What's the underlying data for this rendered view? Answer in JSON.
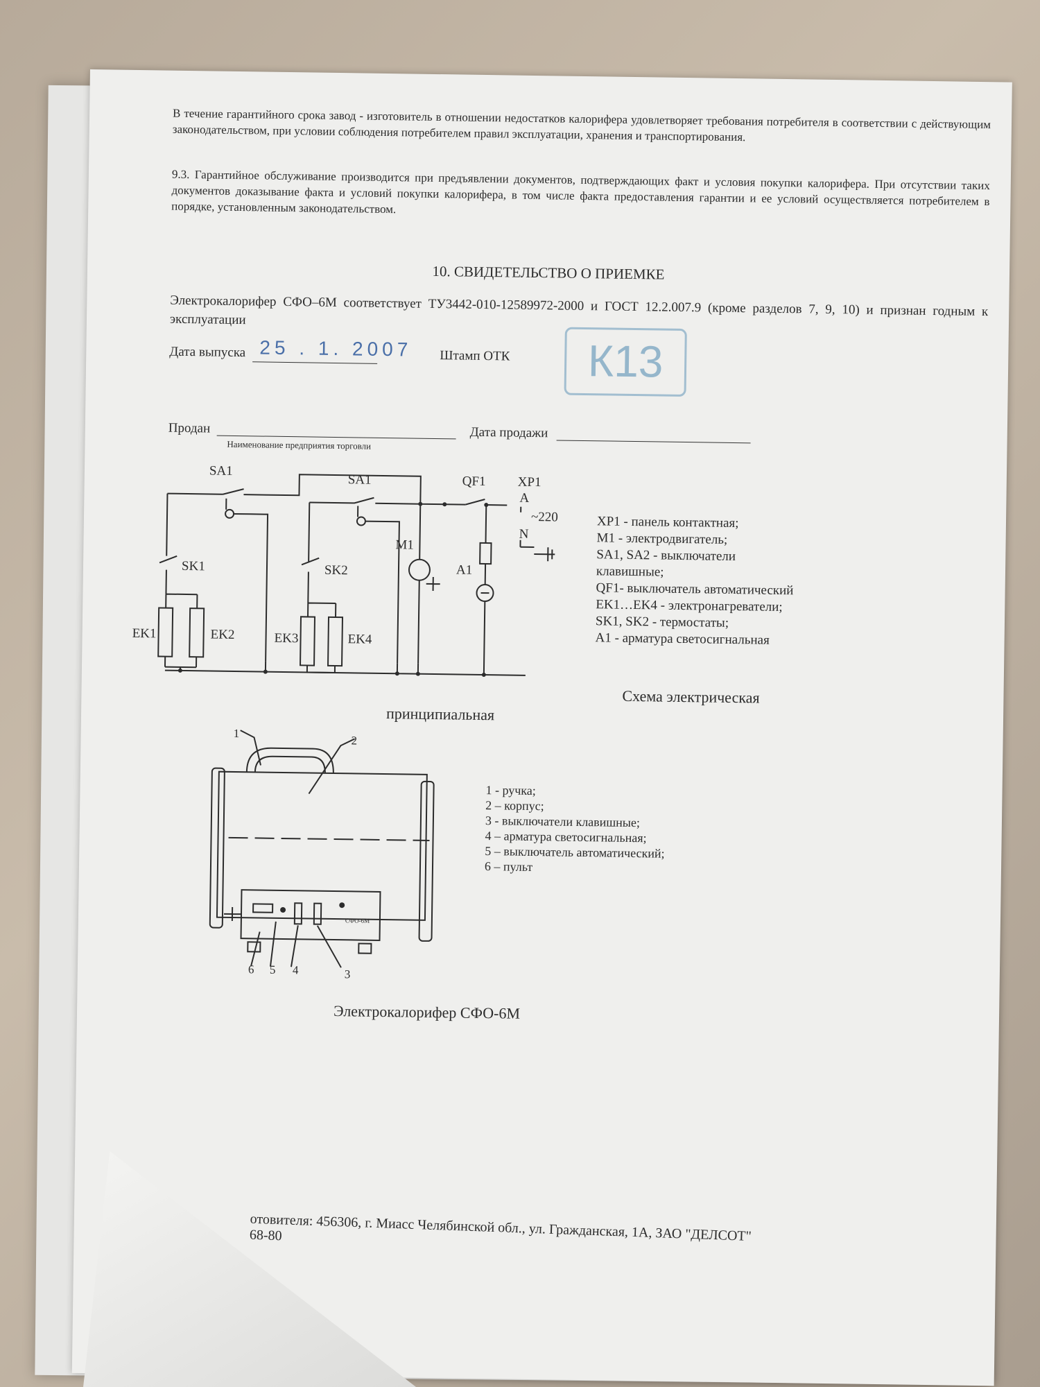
{
  "warranty": {
    "p1": "В течение гарантийного срока завод - изготовитель в отношении недостатков калорифера удовлетворяет требования потребителя в соответствии с действующим законодательством, при условии соблюдения потребителем правил эксплуатации, хранения и транспортирования.",
    "p2": "9.3. Гарантийное обслуживание производится при предъявлении документов, подтверждающих факт и условия покупки калорифера. При отсутствии таких документов доказывание факта и условий покупки калорифера, в том числе факта предоставления гарантии и ее условий осуществляется потребителем в порядке, установленным законодательством."
  },
  "acceptance": {
    "heading": "10. СВИДЕТЕЛЬСТВО О ПРИЕМКЕ",
    "text": "Электрокалорифер СФО–6М соответствует ТУ3442-010-12589972-2000 и ГОСТ 12.2.007.9 (кроме разделов 7, 9, 10) и признан годным к эксплуатации",
    "release_label": "Дата выпуска",
    "release_value": "25 . 1. 2007",
    "stamp_label": "Штамп ОТК",
    "stamp_value": "К13",
    "sold_label": "Продан",
    "sold_hint": "Наименование предприятия торговли",
    "sale_date_label": "Дата продажи"
  },
  "schematic": {
    "labels": {
      "sa1_left": "SA1",
      "sa1_right": "SA1",
      "qf1": "QF1",
      "xp1": "XP1",
      "a": "A",
      "n": "N",
      "v220": "~220",
      "m1": "M1",
      "a1": "A1",
      "sk1": "SK1",
      "sk2": "SK2",
      "ek1": "EK1",
      "ek2": "EK2",
      "ek3": "EK3",
      "ek4": "EK4"
    },
    "legend": [
      "XP1  - панель контактная;",
      "M1 - электродвигатель;",
      "SA1, SA2 - выключатели",
      "клавишные;",
      "QF1- выключатель автоматический",
      "EK1…EK4 - электронагреватели;",
      "SK1,  SK2  - термостаты;",
      "A1 - арматура светосигнальная"
    ],
    "caption_1": "Схема электрическая",
    "caption_2": "принципиальная"
  },
  "device": {
    "callouts": [
      "1",
      "2",
      "3",
      "4",
      "5",
      "6"
    ],
    "panel_text": "СФО-6М",
    "legend": [
      "1 - ручка;",
      "2 – корпус;",
      "3 - выключатели клавишные;",
      "4 – арматура светосигнальная;",
      "5 – выключатель автоматический;",
      "6 – пульт"
    ],
    "caption": "Электрокалорифер СФО-6М"
  },
  "footer": {
    "address": "отовителя:   456306, г. Миасс Челябинской обл., ул. Гражданская, 1А, ЗАО \"ДЕЛСОТ\"",
    "phone": "68-80"
  }
}
